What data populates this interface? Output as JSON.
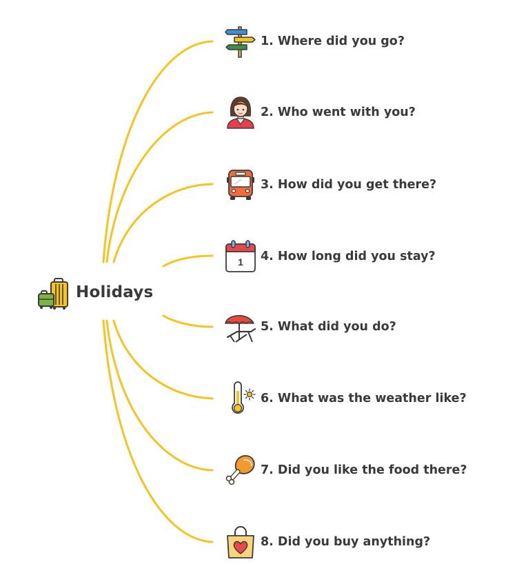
{
  "root": {
    "label": "Holidays",
    "icon": "luggage-icon"
  },
  "branches": [
    {
      "label": "1. Where did you go?",
      "icon": "signpost-icon"
    },
    {
      "label": "2. Who went with you?",
      "icon": "girl-icon"
    },
    {
      "label": "3. How did you get there?",
      "icon": "bus-icon"
    },
    {
      "label": "4. How long did you stay?",
      "icon": "calendar-icon",
      "calendar_day": "1"
    },
    {
      "label": "5. What did you do?",
      "icon": "beach-umbrella-icon"
    },
    {
      "label": "6. What was the weather like?",
      "icon": "thermometer-icon"
    },
    {
      "label": "7. Did you like the food there?",
      "icon": "chicken-leg-icon"
    },
    {
      "label": "8. Did you buy anything?",
      "icon": "shopping-bag-icon"
    }
  ],
  "colors": {
    "branch_line": "#F7C31F",
    "text": "#3A3A3A"
  }
}
